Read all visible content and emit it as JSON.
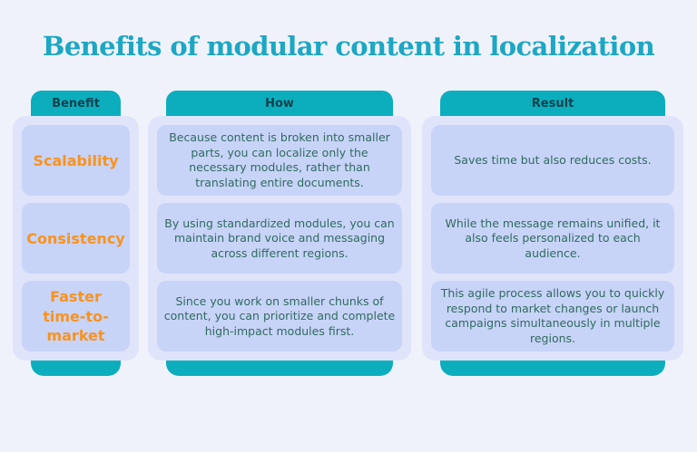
{
  "title": "Benefits of modular content in localization",
  "headers": [
    "Benefit",
    "How",
    "Result"
  ],
  "rows": [
    {
      "benefit": "Scalability",
      "how": "Because content is broken into smaller parts, you can localize only the necessary modules, rather than translating entire documents.",
      "result": "Saves time but also reduces costs."
    },
    {
      "benefit": "Consistency",
      "how": "By using standardized modules, you can maintain brand voice and messaging across different regions.",
      "result": "While the message remains unified, it also feels personalized to each audience."
    },
    {
      "benefit": "Faster time-to-market",
      "how": "Since you work on smaller chunks of content, you can prioritize and complete high-impact modules first.",
      "result": "This agile process allows you to quickly respond to market changes or launch campaigns simultaneously in multiple regions."
    }
  ],
  "colors": {
    "page_bg": "#f0f2fb",
    "title_teal": "#1ca7c4",
    "accent_teal": "#0caebe",
    "tab_text": "#0d424c",
    "panel_bg": "#dfe4fa",
    "cell_bg": "#c8d3f8",
    "body_text": "#2f6b5e",
    "benefit_orange": "#f7931e"
  }
}
